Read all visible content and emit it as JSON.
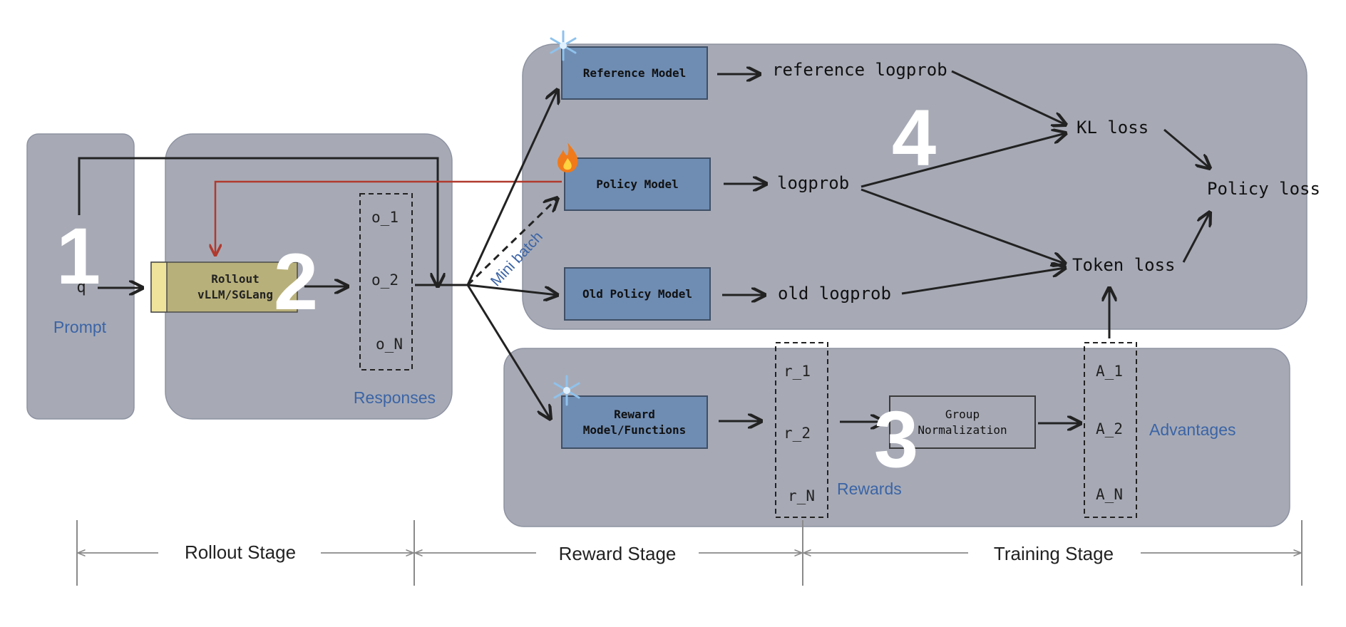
{
  "prompt": {
    "label": "Prompt",
    "q": "q",
    "step": "1"
  },
  "rollout": {
    "line1": "Rollout",
    "line2": "vLLM/SGLang",
    "step": "2"
  },
  "responses": {
    "label": "Responses",
    "items": [
      "o_1",
      "o_2",
      "o_N"
    ]
  },
  "mini_batch": "Mini batch",
  "models": {
    "reference": "Reference Model",
    "policy": "Policy Model",
    "old_policy": "Old Policy Model",
    "reward_line1": "Reward",
    "reward_line2": "Model/Functions"
  },
  "logprobs": {
    "reference": "reference logprob",
    "policy": "logprob",
    "old": "old logprob"
  },
  "losses": {
    "kl": "KL loss",
    "token": "Token loss",
    "policy": "Policy loss"
  },
  "training_step": "4",
  "rewards": {
    "label": "Rewards",
    "items": [
      "r_1",
      "r_2",
      "r_N"
    ]
  },
  "group_norm": {
    "line1": "Group",
    "line2": "Normalization",
    "step": "3"
  },
  "advantages": {
    "label": "Advantages",
    "items": [
      "A_1",
      "A_2",
      "A_N"
    ]
  },
  "stages": [
    "Rollout Stage",
    "Reward Stage",
    "Training Stage"
  ],
  "icons": {
    "frozen": "snowflake-icon",
    "trainable": "fire-icon"
  },
  "colors": {
    "panel": "#a7aab5",
    "panel_stroke": "#8e93a2",
    "model_box": "#6f8db3",
    "model_stroke": "#3f4f66",
    "rollout_box": "#b8b07a",
    "rollout_accent": "#efe39c",
    "label_blue": "#3b64a6",
    "red_arrow": "#c0392b",
    "stage_line": "#8a8a8a"
  }
}
